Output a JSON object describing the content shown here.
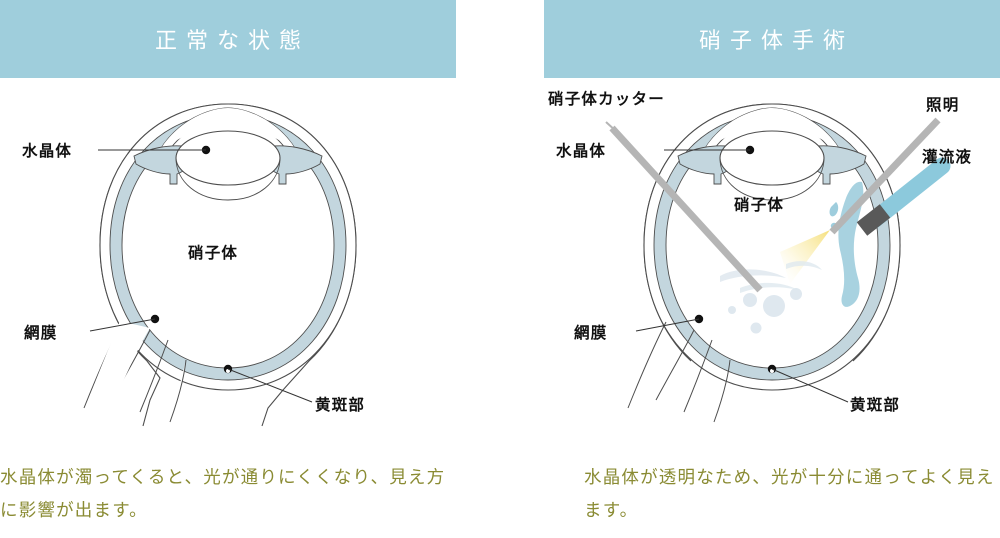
{
  "colors": {
    "header_bg": "#9fcedc",
    "header_text": "#ffffff",
    "caption_text": "#8a8b33",
    "retina_fill": "#c3d6de",
    "outline": "#4d4d4d",
    "instrument_gray": "#b5b5b5",
    "connector_dark": "#595959",
    "infusion_blue": "#8cc9dc",
    "light_yellow": "#f7e9a0",
    "floater": "#dde7ee"
  },
  "panels": [
    {
      "id": "normal",
      "header": "正常な状態",
      "caption": "水晶体が濁ってくると、光が通りにくくなり、見え方に影響が出ます。",
      "labels": {
        "lens": "水晶体",
        "retina": "網膜",
        "vitreous": "硝子体",
        "macula": "黄斑部"
      }
    },
    {
      "id": "vitrectomy",
      "header": "硝子体手術",
      "caption": "水晶体が透明なため、光が十分に通ってよく見えます。",
      "labels": {
        "cutter": "硝子体カッター",
        "lens": "水晶体",
        "retina": "網膜",
        "vitreous": "硝子体",
        "macula": "黄斑部",
        "illumination": "照明",
        "infusion": "灌流液"
      }
    }
  ]
}
